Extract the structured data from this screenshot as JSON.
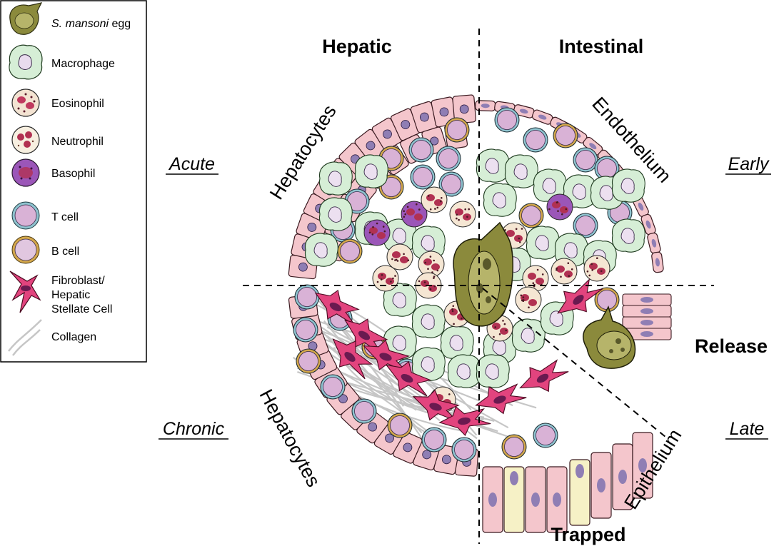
{
  "legend": {
    "egg_italic": "S. mansoni",
    "egg_suffix": " egg",
    "macrophage": "Macrophage",
    "eosinophil": "Eosinophil",
    "neutrophil": "Neutrophil",
    "basophil": "Basophil",
    "tcell": "T cell",
    "bcell": "B cell",
    "fibro_1": "Fibroblast/",
    "fibro_2": "Hepatic",
    "fibro_3": "Stellate Cell",
    "collagen": "Collagen"
  },
  "headers": {
    "hepatic": "Hepatic",
    "intestinal": "Intestinal",
    "release": "Release",
    "trapped": "Trapped"
  },
  "phases": {
    "acute": "Acute",
    "early": "Early",
    "chronic": "Chronic",
    "late": "Late"
  },
  "tissues": {
    "hepatocytes_top": "Hepatocytes",
    "hepatocytes_bottom": "Hepatocytes",
    "endothelium": "Endothelium",
    "epithelium": "Epithelium"
  },
  "colors": {
    "hepatocyte": "#f4c6cc",
    "nucleus": "#8f7eb4",
    "macrophage": "#d6eed6",
    "egg": "#8b8a3c",
    "fibroblast": "#e2447e",
    "basophil": "#9b56b8",
    "tcell_ring": "#8fc3cf",
    "bcell_ring": "#d3a74c",
    "lymph_fill": "#d9b2d6",
    "collagen": "#c6c6c6",
    "granulocyte": "#f5e6d3"
  }
}
